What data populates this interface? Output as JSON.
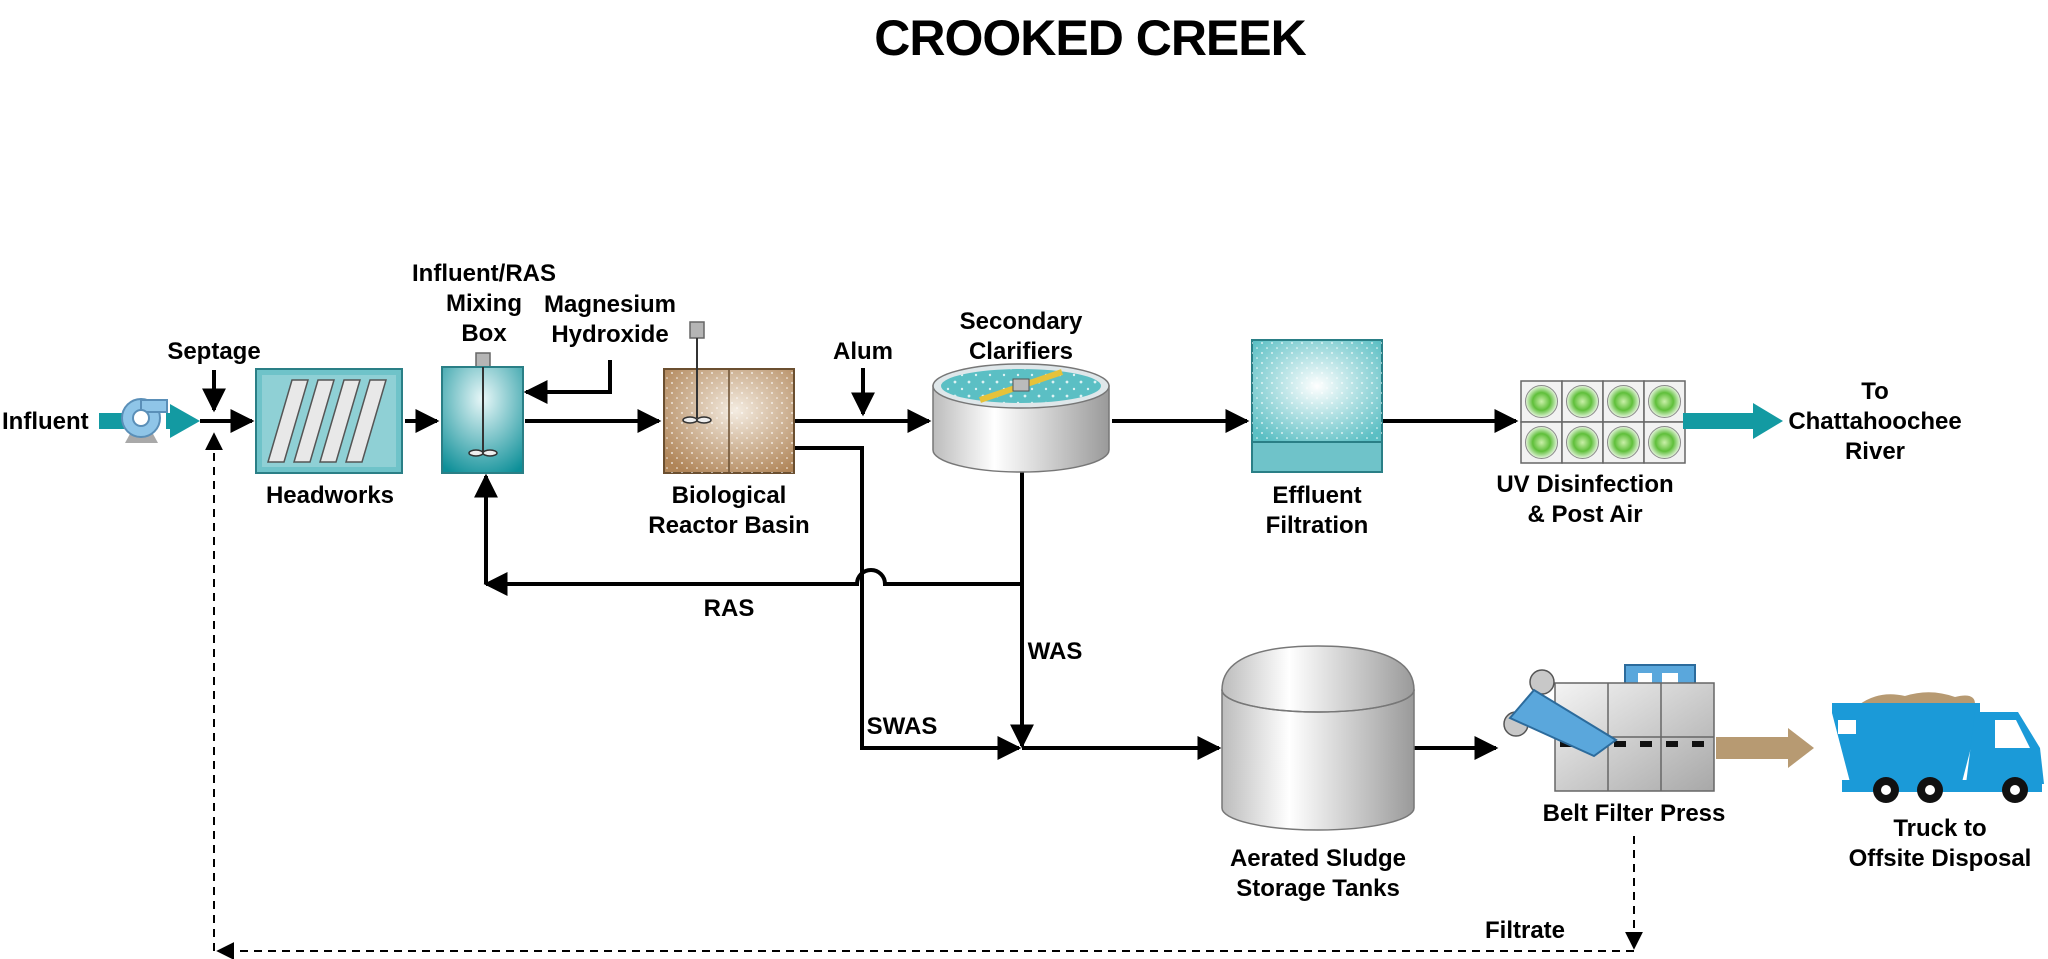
{
  "title": "CROOKED CREEK",
  "labels": {
    "influent": "Influent",
    "septage": "Septage",
    "headworks": "Headworks",
    "mixing_box_1": "Influent/RAS",
    "mixing_box_2": "Mixing",
    "mixing_box_3": "Box",
    "magnesium_1": "Magnesium",
    "magnesium_2": "Hydroxide",
    "bio_reactor_1": "Biological",
    "bio_reactor_2": "Reactor Basin",
    "alum": "Alum",
    "secondary_clarifiers_1": "Secondary",
    "secondary_clarifiers_2": "Clarifiers",
    "effluent_filtration_1": "Effluent",
    "effluent_filtration_2": "Filtration",
    "uv_1": "UV Disinfection",
    "uv_2": "& Post Air",
    "river_1": "To",
    "river_2": "Chattahoochee",
    "river_3": "River",
    "ras": "RAS",
    "was": "WAS",
    "swas": "SWAS",
    "sludge_tanks_1": "Aerated Sludge",
    "sludge_tanks_2": "Storage Tanks",
    "belt_filter_press": "Belt Filter Press",
    "truck_1": "Truck to",
    "truck_2": "Offsite Disposal",
    "filtrate": "Filtrate"
  },
  "colors": {
    "teal": "#139aa2",
    "headworks_fill": "#6fc3c9",
    "reactor_fill": "#b8926a",
    "filter_fill": "#8ed0d3",
    "uv_green": "#5fbf3a",
    "truck_blue": "#1b9ad8",
    "sludge_brown": "#b79a72",
    "tank_gray": "#c8c8c8"
  }
}
